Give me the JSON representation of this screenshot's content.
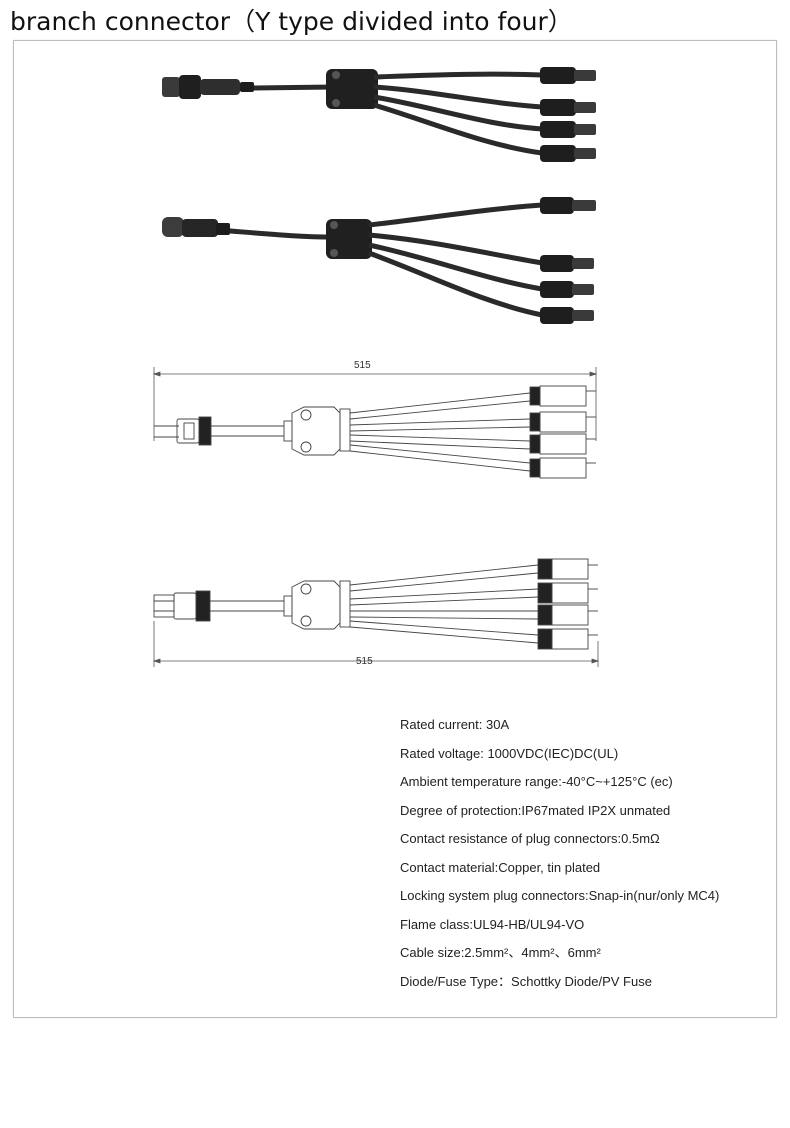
{
  "title": "branch connector（Y type divided into four）",
  "drawings": {
    "top_dimension": "515",
    "bottom_dimension": "515"
  },
  "specs": [
    "Rated current: 30A",
    "Rated voltage: 1000VDC(IEC)DC(UL)",
    "Ambient temperature range:-40°C~+125°C (ec)",
    "Degree of protection:IP67mated IP2X unmated",
    "Contact resistance of plug connectors:0.5mΩ",
    "Contact material:Copper, tin plated",
    "Locking system plug connectors:Snap-in(nur/only MC4)",
    "Flame class:UL94-HB/UL94-VO",
    "Cable size:2.5mm²、4mm²、6mm²",
    "Diode/Fuse Type：Schottky Diode/PV Fuse"
  ]
}
